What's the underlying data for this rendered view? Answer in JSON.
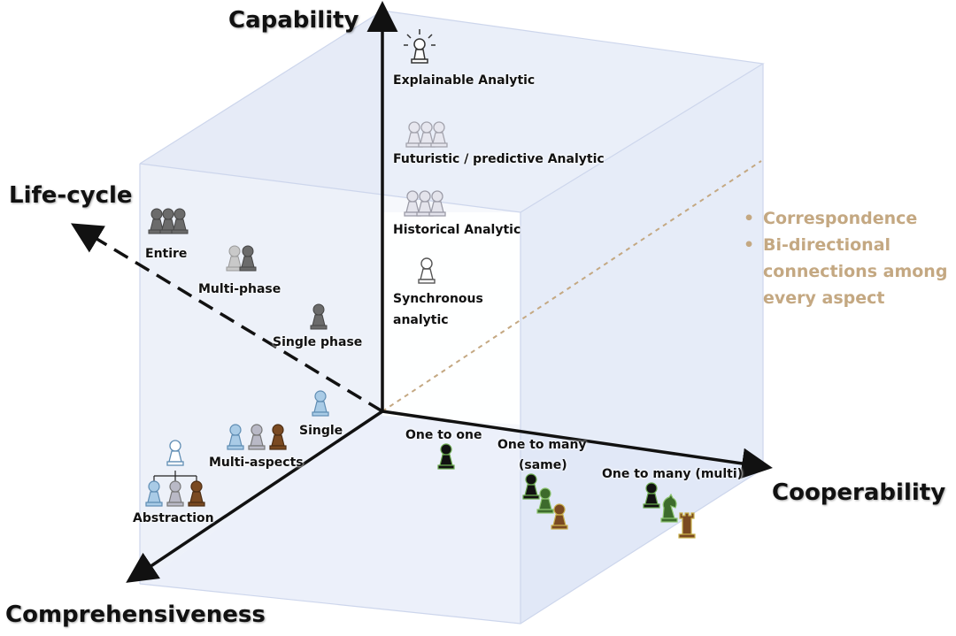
{
  "axes": {
    "capability": "Capability",
    "life_cycle": "Life-cycle",
    "cooperability": "Cooperability",
    "comprehensiveness": "Comprehensiveness"
  },
  "capability_levels": [
    {
      "label": "Explainable Analytic",
      "icon": "glowing-pawn-icon"
    },
    {
      "label": "Futuristic / predictive Analytic",
      "icon": "faded-pawns-icon"
    },
    {
      "label": "Historical Analytic",
      "icon": "faded-pawns-icon"
    },
    {
      "label": "Synchronous analytic",
      "line1": "Synchronous",
      "line2": "analytic",
      "icon": "pawn-outline-icon"
    }
  ],
  "life_cycle_levels": [
    {
      "label": "Entire",
      "icon": "three-gray-pawns-icon"
    },
    {
      "label": "Multi-phase",
      "icon": "two-gray-pawns-icon"
    },
    {
      "label": "Single phase",
      "icon": "gray-pawn-icon"
    }
  ],
  "comprehensiveness_levels": [
    {
      "label": "Single",
      "icon": "blue-pawn-icon"
    },
    {
      "label": "Multi-aspects",
      "icon": "mixed-pawns-icon"
    },
    {
      "label": "Abstraction",
      "icon": "pawn-hierarchy-icon"
    }
  ],
  "cooperability_levels": [
    {
      "label": "One to one",
      "icon": "black-pawn-icon"
    },
    {
      "label": "One to many (same)",
      "line1": "One to many",
      "line2": "(same)",
      "icon": "pawn-chain-icon"
    },
    {
      "label": "One to many (multi)",
      "icon": "pawn-knight-rook-icon"
    }
  ],
  "correspondence_note": {
    "bullet1": "Correspondence",
    "bullet2_line1": "Bi-directional",
    "bullet2_line2": "connections among",
    "bullet2_line3": "every aspect",
    "color": "#c4a882"
  },
  "colors": {
    "cube_face": "#dfe6f6",
    "cube_edge": "#c8d3ec",
    "pawn_gray": "#6b6b6b",
    "pawn_blue": "#8fb6d6",
    "pawn_brown": "#7a4a22",
    "pawn_green": "#3d6b2c",
    "pawn_black": "#111111"
  }
}
